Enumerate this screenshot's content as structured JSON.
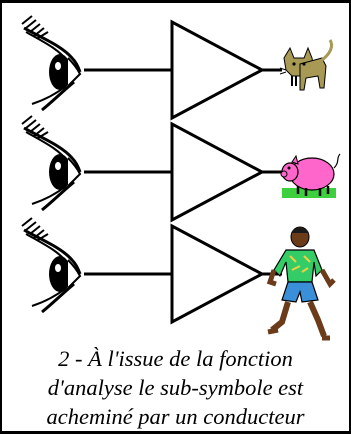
{
  "caption": {
    "line1": "2 - À l'issue de la fonction",
    "line2": "d'analyse le sub-symbole est",
    "line3": "acheminé par un conducteur"
  },
  "rows": [
    {
      "sensor": "eye-icon",
      "processor": "amplifier-triangle",
      "output": "cat-icon"
    },
    {
      "sensor": "eye-icon",
      "processor": "amplifier-triangle",
      "output": "pig-icon"
    },
    {
      "sensor": "eye-icon",
      "processor": "amplifier-triangle",
      "output": "person-icon"
    }
  ]
}
